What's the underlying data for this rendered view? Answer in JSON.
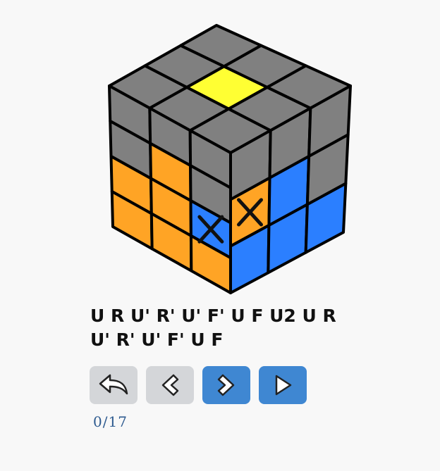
{
  "cube": {
    "colors": {
      "gray": "#808080",
      "yellow": "#ffff33",
      "orange": "#ffa425",
      "blue": "#2b7fff",
      "edge": "#000000"
    },
    "top_face": [
      [
        "gray",
        "gray",
        "gray"
      ],
      [
        "gray",
        "yellow",
        "gray"
      ],
      [
        "gray",
        "gray",
        "gray"
      ]
    ],
    "left_face": [
      [
        "gray",
        "gray",
        "gray"
      ],
      [
        "gray",
        "orange",
        "gray"
      ],
      [
        "orange",
        "orange",
        "blue"
      ],
      [
        "orange",
        "orange",
        "orange"
      ]
    ],
    "right_face": [
      [
        "gray",
        "gray",
        "gray"
      ],
      [
        "orange",
        "blue",
        "gray"
      ],
      [
        "blue",
        "blue",
        "blue"
      ]
    ],
    "marked_stickers": [
      "left-face-blue-corner",
      "right-face-orange-corner"
    ]
  },
  "solution": {
    "line1": "U R U' R' U' F' U F U2 U R",
    "line2": "U' R' U' F' U F"
  },
  "controls": {
    "reset_icon": "undo-arrow-icon",
    "prev_icon": "chevron-left-icon",
    "next_icon": "chevron-right-icon",
    "play_icon": "play-icon"
  },
  "progress": {
    "text": "0/17",
    "current": 0,
    "total": 17
  }
}
